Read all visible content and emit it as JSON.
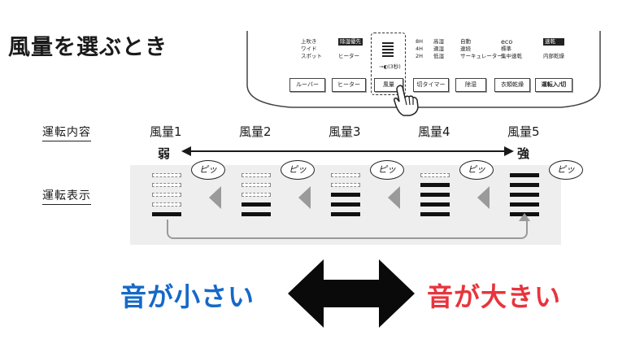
{
  "title": "風量を選ぶとき",
  "panel": {
    "col1": [
      "上吹き",
      "ワイド",
      "スポット"
    ],
    "col2": [
      "除湿優先",
      "ヒーター"
    ],
    "lock_label": "⊸◐(3秒)",
    "col3a": [
      "8H",
      "4H",
      "2H"
    ],
    "col3b": [
      "高湿",
      "適湿",
      "低湿"
    ],
    "col4": [
      "自動",
      "連続",
      "サーキュレーター"
    ],
    "col5": [
      "eco",
      "標準",
      "集中速乾"
    ],
    "col6": [
      "速乾",
      "内部乾燥"
    ],
    "buttons": [
      "ルーバー",
      "ヒーター",
      "風量",
      "切タイマー",
      "除湿",
      "衣類乾燥",
      "運転入/切"
    ]
  },
  "rows": {
    "content_label": "運転内容",
    "display_label": "運転表示"
  },
  "levels": [
    {
      "name": "風量1",
      "active": 1
    },
    {
      "name": "風量2",
      "active": 2
    },
    {
      "name": "風量3",
      "active": 3
    },
    {
      "name": "風量4",
      "active": 4
    },
    {
      "name": "風量5",
      "active": 5
    }
  ],
  "weak_label": "弱",
  "strong_label": "強",
  "beep": "ピッ",
  "quiet_label": "音が小さい",
  "loud_label": "音が大きい",
  "colors": {
    "quiet": "#1569c7",
    "loud": "#e8343c"
  }
}
